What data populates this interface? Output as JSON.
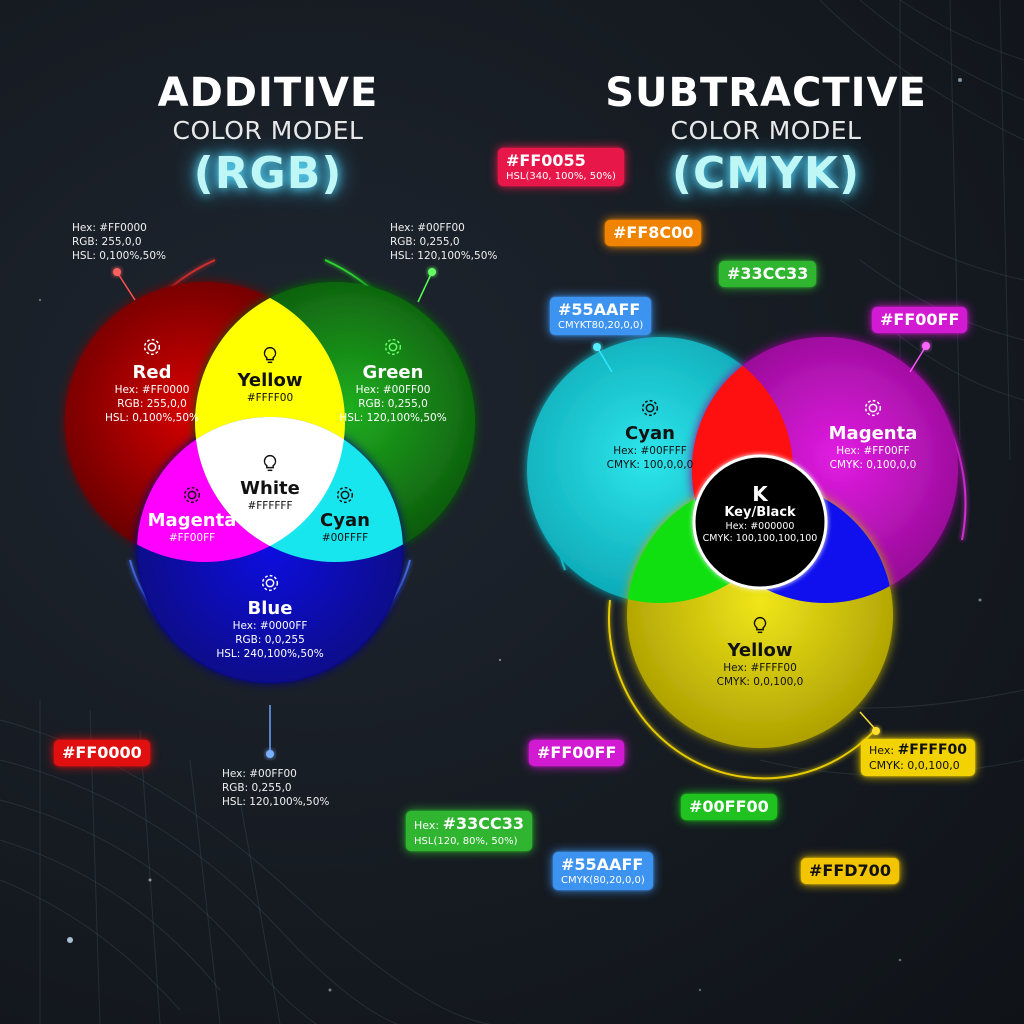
{
  "titles": {
    "left": {
      "line1": "ADDITIVE",
      "line2": "COLOR MODEL",
      "line3": "(RGB)"
    },
    "right": {
      "line1": "SUBTRACTIVE",
      "line2": "COLOR MODEL",
      "line3": "(CMYK)"
    }
  },
  "rgb": {
    "red": {
      "name": "Red",
      "hex": "Hex: #FF0000",
      "rgb": "RGB: 255,0,0",
      "hsl": "HSL: 0,100%,50%"
    },
    "green": {
      "name": "Green",
      "hex": "Hex: #00FF00",
      "rgb": "RGB: 0,255,0",
      "hsl": "HSL: 120,100%,50%"
    },
    "blue": {
      "name": "Blue",
      "hex": "Hex: #0000FF",
      "rgb": "RGB: 0,0,255",
      "hsl": "HSL: 240,100%,50%"
    },
    "yellow": {
      "name": "Yellow",
      "hex": "#FFFF00"
    },
    "magenta": {
      "name": "Magenta",
      "hex": "#FF00FF"
    },
    "cyan": {
      "name": "Cyan",
      "hex": "#00FFFF"
    },
    "white": {
      "name": "White",
      "hex": "#FFFFFF"
    },
    "callout_red": {
      "l1": "Hex: #FF0000",
      "l2": "RGB: 255,0,0",
      "l3": "HSL: 0,100%,50%"
    },
    "callout_green": {
      "l1": "Hex: #00FF00",
      "l2": "RGB: 0,255,0",
      "l3": "HSL: 120,100%,50%"
    },
    "callout_blue": {
      "l1": "Hex: #00FF00",
      "l2": "RGB: 0,255,0",
      "l3": "HSL: 120,100%,50%"
    }
  },
  "cmyk": {
    "cyan": {
      "name": "Cyan",
      "hex": "Hex: #00FFFF",
      "cmyk": "CMYK: 100,0,0,0"
    },
    "magenta": {
      "name": "Magenta",
      "hex": "Hex: #FF00FF",
      "cmyk": "CMYK: 0,100,0,0"
    },
    "yellow": {
      "name": "Yellow",
      "hex": "Hex: #FFFF00",
      "cmyk": "CMYK: 0,0,100,0"
    },
    "key": {
      "letter": "K",
      "name": "Key/Black",
      "hex": "Hex: #000000",
      "cmyk": "CMYK: 100,100,100,100"
    }
  },
  "pills": {
    "ff0055": {
      "main": "#FF0055",
      "sub": "HSL(340, 100%, 50%)",
      "color": "#e8174a"
    },
    "ff8c00": {
      "main": "#FF8C00",
      "color": "#f08400"
    },
    "33cc33_top": {
      "main": "#33CC33",
      "color": "#2fb52f"
    },
    "55aaff_top": {
      "main": "#55AAFF",
      "sub": "CMYKT80,20,0,0)",
      "color": "#3d93f0"
    },
    "ff00ff_top": {
      "main": "#FF00FF",
      "color": "#d21ad2"
    },
    "ff0000": {
      "main": "#FF0000",
      "color": "#e01010"
    },
    "ff00ff_bottom": {
      "main": "#FF00FF",
      "color": "#d21ad2"
    },
    "00ff00": {
      "main": "#00FF00",
      "color": "#1fc21f"
    },
    "33cc33_bottom": {
      "prefix": "Hex: ",
      "main": "#33CC33",
      "sub": "HSL(120, 80%, 50%)",
      "color": "#2fb52f"
    },
    "55aaff_bottom": {
      "main": "#55AAFF",
      "sub": "CMYK(80,20,0,0)",
      "color": "#3d93f0"
    },
    "ffd700": {
      "main": "#FFD700",
      "color": "#f2c500"
    },
    "yellow_hex": {
      "prefix": "Hex: ",
      "main": "#FFFF00",
      "sub": "CMYK: 0,0,100,0",
      "color": "#f2d200"
    }
  },
  "colors": {
    "red": "#ff0000",
    "green": "#00ff00",
    "blue": "#0000ff",
    "cyan": "#00ffff",
    "magenta": "#ff00ff",
    "yellow": "#ffff00"
  }
}
